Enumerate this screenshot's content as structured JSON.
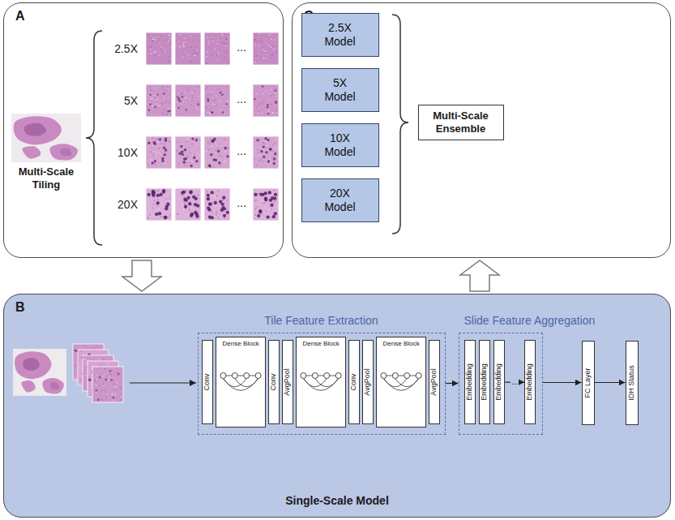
{
  "diagram": {
    "nodes": [
      {
        "text": [
          "A"
        ]
      },
      {
        "text": [
          "C"
        ]
      },
      {
        "text": [
          "2.5X Model"
        ],
        "in": 1
      },
      {
        "text": [
          "5X Model"
        ],
        "in": 1
      },
      {
        "text": [
          "10X Model"
        ],
        "in": 1
      },
      {
        "text": [
          "20X Model"
        ],
        "in": 1
      },
      {
        "text": [
          "Multi-Scale Ensemble"
        ],
        "in": 1
      },
      {
        "text": [
          "B",
          "Single-Scale Model"
        ]
      },
      {
        "text": [
          "Tile Feature Extraction"
        ],
        "in": 7
      },
      {
        "text": [
          "Conv"
        ],
        "in": 8
      },
      {
        "text": [
          "Dense Block"
        ],
        "in": 8
      },
      {
        "text": [
          "Conv"
        ],
        "in": 8
      },
      {
        "text": [
          "AvgPool"
        ],
        "in": 8
      },
      {
        "text": [
          "Dense Block"
        ],
        "in": 8
      },
      {
        "text": [
          "Conv"
        ],
        "in": 8
      },
      {
        "text": [
          "AvgPool"
        ],
        "in": 8
      },
      {
        "text": [
          "Dense Block"
        ],
        "in": 8
      },
      {
        "text": [
          "AvgPool"
        ],
        "in": 8
      },
      {
        "text": [
          "Slide Feature Aggregation"
        ],
        "in": 7
      },
      {
        "text": [
          "Embedding"
        ],
        "in": 18
      },
      {
        "text": [
          "Embedding"
        ],
        "in": 18
      },
      {
        "text": [
          "Embedding"
        ],
        "in": 18
      },
      {
        "text": [
          "Embedding"
        ],
        "in": 18
      },
      {
        "text": [
          "FC Layer"
        ],
        "in": 7
      },
      {
        "text": [
          "IDH Status"
        ],
        "in": 7
      }
    ],
    "edges": [
      {
        "from": 0,
        "to": 7,
        "arrow": "to"
      },
      {
        "from": 7,
        "to": 1,
        "arrow": "to"
      },
      {
        "from": 8,
        "to": 18,
        "arrow": "to"
      },
      {
        "from": 21,
        "to": 22,
        "arrow": "to",
        "label": "..."
      },
      {
        "from": 18,
        "to": 23,
        "arrow": "to"
      },
      {
        "from": 23,
        "to": 24,
        "arrow": "to"
      }
    ],
    "labels": [
      "Multi-Scale Tiling",
      "2.5X",
      "5X",
      "10X",
      "20X",
      "...",
      "...",
      "...",
      "..."
    ]
  }
}
